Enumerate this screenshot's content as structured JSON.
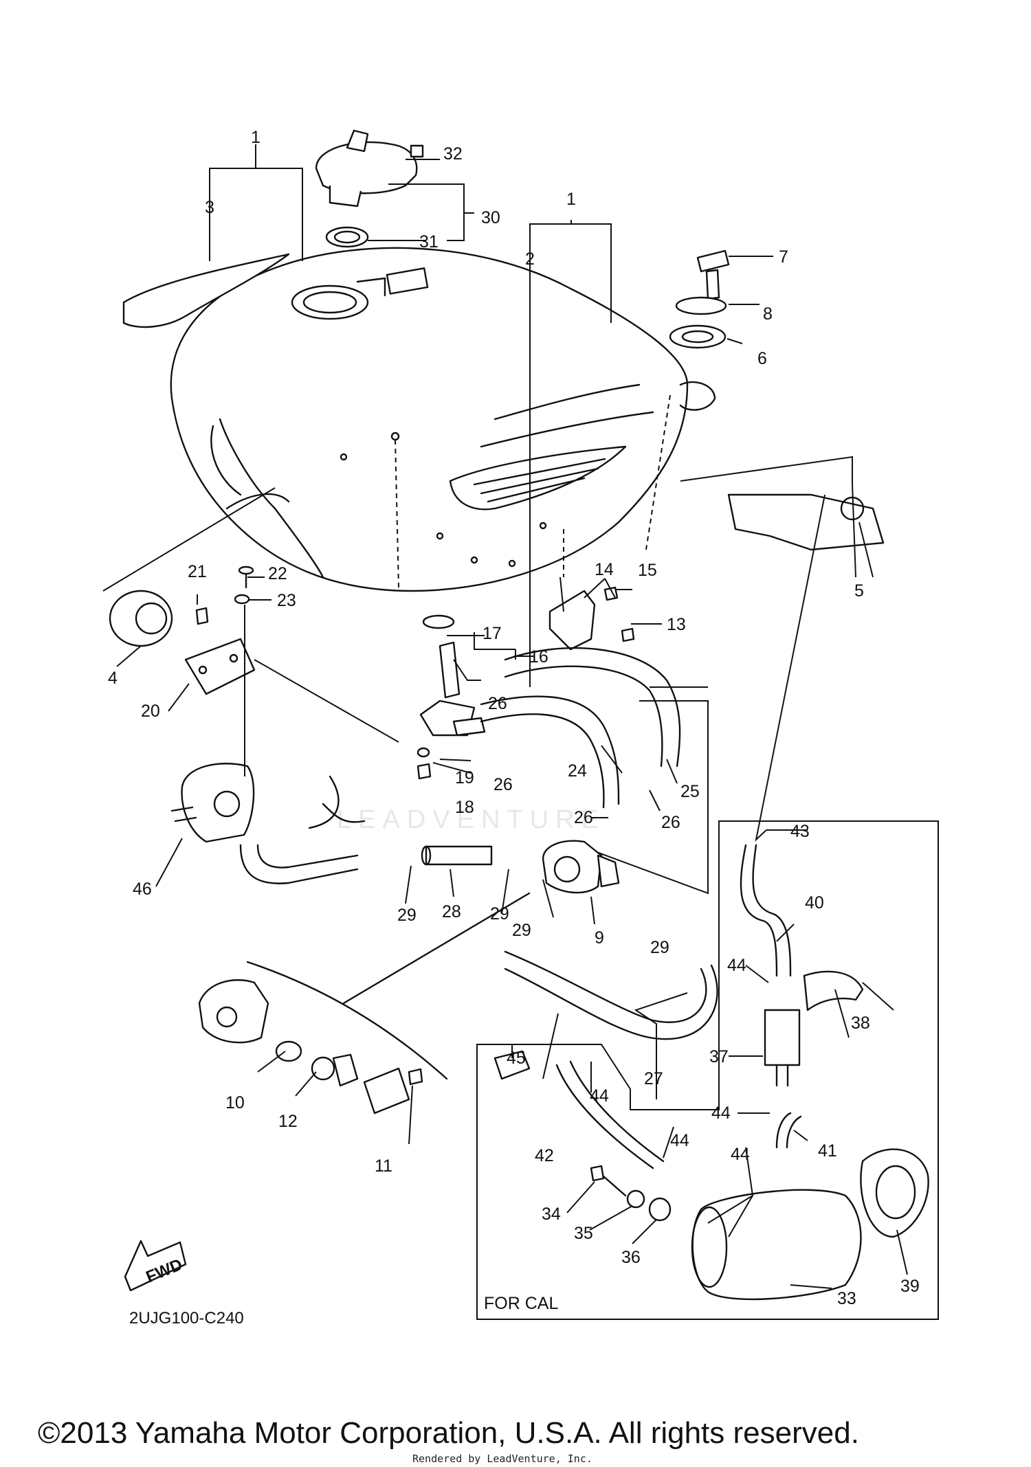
{
  "labels": [
    {
      "id": "1a",
      "text": "1"
    },
    {
      "id": "1b",
      "text": "1"
    },
    {
      "id": "2",
      "text": "2"
    },
    {
      "id": "3",
      "text": "3"
    },
    {
      "id": "4",
      "text": "4"
    },
    {
      "id": "5",
      "text": "5"
    },
    {
      "id": "6",
      "text": "6"
    },
    {
      "id": "7",
      "text": "7"
    },
    {
      "id": "8",
      "text": "8"
    },
    {
      "id": "9",
      "text": "9"
    },
    {
      "id": "10",
      "text": "10"
    },
    {
      "id": "11",
      "text": "11"
    },
    {
      "id": "12",
      "text": "12"
    },
    {
      "id": "13",
      "text": "13"
    },
    {
      "id": "14",
      "text": "14"
    },
    {
      "id": "15",
      "text": "15"
    },
    {
      "id": "16",
      "text": "16"
    },
    {
      "id": "17",
      "text": "17"
    },
    {
      "id": "18",
      "text": "18"
    },
    {
      "id": "19",
      "text": "19"
    },
    {
      "id": "20",
      "text": "20"
    },
    {
      "id": "21",
      "text": "21"
    },
    {
      "id": "22",
      "text": "22"
    },
    {
      "id": "23",
      "text": "23"
    },
    {
      "id": "24",
      "text": "24"
    },
    {
      "id": "25",
      "text": "25"
    },
    {
      "id": "26a",
      "text": "26"
    },
    {
      "id": "26b",
      "text": "26"
    },
    {
      "id": "26c",
      "text": "26"
    },
    {
      "id": "26d",
      "text": "26"
    },
    {
      "id": "27",
      "text": "27"
    },
    {
      "id": "28",
      "text": "28"
    },
    {
      "id": "29a",
      "text": "29"
    },
    {
      "id": "29b",
      "text": "29"
    },
    {
      "id": "29c",
      "text": "29"
    },
    {
      "id": "29d",
      "text": "29"
    },
    {
      "id": "30",
      "text": "30"
    },
    {
      "id": "31",
      "text": "31"
    },
    {
      "id": "32",
      "text": "32"
    },
    {
      "id": "33",
      "text": "33"
    },
    {
      "id": "34",
      "text": "34"
    },
    {
      "id": "35",
      "text": "35"
    },
    {
      "id": "36",
      "text": "36"
    },
    {
      "id": "37",
      "text": "37"
    },
    {
      "id": "38",
      "text": "38"
    },
    {
      "id": "39",
      "text": "39"
    },
    {
      "id": "40",
      "text": "40"
    },
    {
      "id": "41",
      "text": "41"
    },
    {
      "id": "42",
      "text": "42"
    },
    {
      "id": "43",
      "text": "43"
    },
    {
      "id": "44a",
      "text": "44"
    },
    {
      "id": "44b",
      "text": "44"
    },
    {
      "id": "44c",
      "text": "44"
    },
    {
      "id": "44d",
      "text": "44"
    },
    {
      "id": "44e",
      "text": "44"
    },
    {
      "id": "45",
      "text": "45"
    },
    {
      "id": "46",
      "text": "46"
    }
  ],
  "for_cal_label": "FOR CAL",
  "fwd_label": "FWD",
  "diagram_code": "2UJG100-C240",
  "watermark": "LEADVENTURE",
  "copyright": "©2013 Yamaha Motor Corporation, U.S.A. All rights reserved.",
  "rendered_by": "Rendered by LeadVenture, Inc."
}
